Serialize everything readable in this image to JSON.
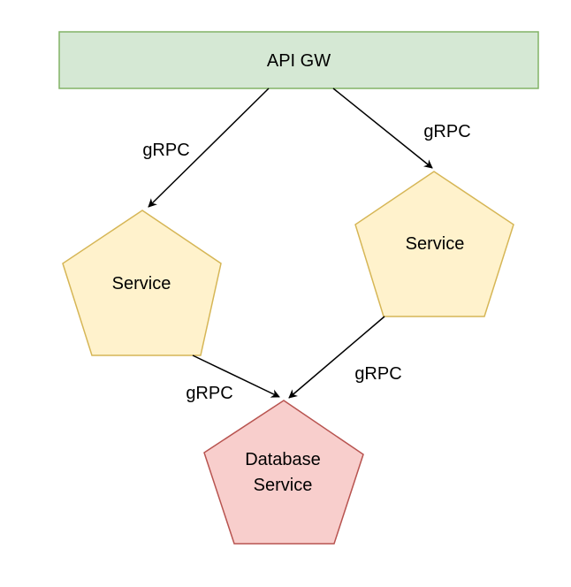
{
  "diagram": {
    "gateway": {
      "label": "API GW",
      "fill": "#d5e8d4",
      "stroke": "#82b366"
    },
    "service_left": {
      "label": "Service",
      "fill": "#fff2cc",
      "stroke": "#d6b656"
    },
    "service_right": {
      "label": "Service",
      "fill": "#fff2cc",
      "stroke": "#d6b656"
    },
    "database_service": {
      "label_line1": "Database",
      "label_line2": "Service",
      "fill": "#f8cecc",
      "stroke": "#b85450"
    },
    "edges": [
      {
        "from": "API GW",
        "to": "Service (left)",
        "label": "gRPC"
      },
      {
        "from": "API GW",
        "to": "Service (right)",
        "label": "gRPC"
      },
      {
        "from": "Service (left)",
        "to": "Database Service",
        "label": "gRPC"
      },
      {
        "from": "Service (right)",
        "to": "Database Service",
        "label": "gRPC"
      }
    ],
    "edge_color": "#000000"
  }
}
